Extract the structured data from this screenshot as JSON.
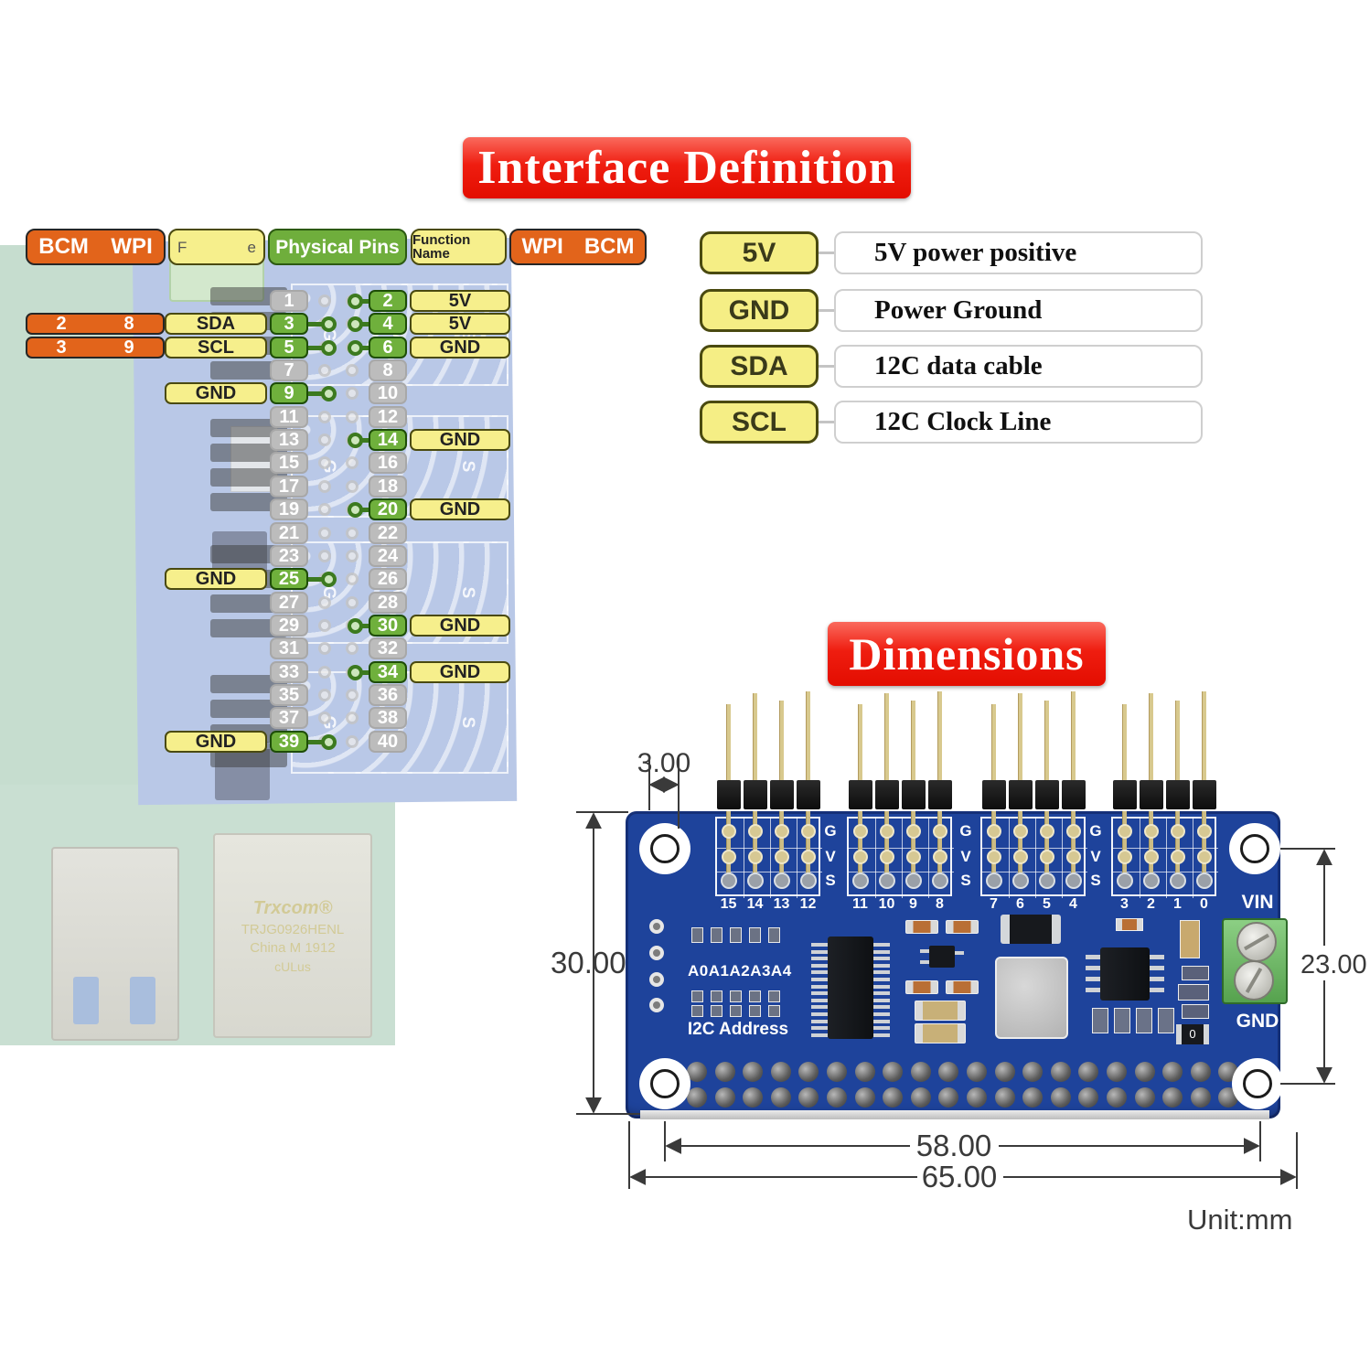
{
  "interface": {
    "title": "Interface Definition",
    "header": {
      "bcm_a": "BCM",
      "bcm_b": "WPI",
      "faded_a": "F",
      "faded_b": "e",
      "center": "Physical Pins",
      "function_name": "Function Name",
      "wpi_a": "WPI",
      "wpi_b": "BCM"
    },
    "rows": [
      {
        "lp": "1",
        "ls": "gray",
        "lf": "",
        "bcm": "",
        "wpi": "",
        "rp": "2",
        "rs": "green",
        "rf": "5V"
      },
      {
        "lp": "3",
        "ls": "green",
        "lf": "SDA",
        "bcm": "2",
        "wpi": "8",
        "rp": "4",
        "rs": "green",
        "rf": "5V"
      },
      {
        "lp": "5",
        "ls": "green",
        "lf": "SCL",
        "bcm": "3",
        "wpi": "9",
        "rp": "6",
        "rs": "green",
        "rf": "GND"
      },
      {
        "lp": "7",
        "ls": "gray",
        "lf": "",
        "bcm": "",
        "wpi": "",
        "rp": "8",
        "rs": "gray",
        "rf": ""
      },
      {
        "lp": "9",
        "ls": "green",
        "lf": "GND",
        "bcm": "",
        "wpi": "",
        "rp": "10",
        "rs": "gray",
        "rf": ""
      },
      {
        "lp": "11",
        "ls": "gray",
        "lf": "",
        "bcm": "",
        "wpi": "",
        "rp": "12",
        "rs": "gray",
        "rf": ""
      },
      {
        "lp": "13",
        "ls": "gray",
        "lf": "",
        "bcm": "",
        "wpi": "",
        "rp": "14",
        "rs": "green",
        "rf": "GND"
      },
      {
        "lp": "15",
        "ls": "gray",
        "lf": "",
        "bcm": "",
        "wpi": "",
        "rp": "16",
        "rs": "gray",
        "rf": ""
      },
      {
        "lp": "17",
        "ls": "gray",
        "lf": "",
        "bcm": "",
        "wpi": "",
        "rp": "18",
        "rs": "gray",
        "rf": ""
      },
      {
        "lp": "19",
        "ls": "gray",
        "lf": "",
        "bcm": "",
        "wpi": "",
        "rp": "20",
        "rs": "green",
        "rf": "GND"
      },
      {
        "lp": "21",
        "ls": "gray",
        "lf": "",
        "bcm": "",
        "wpi": "",
        "rp": "22",
        "rs": "gray",
        "rf": ""
      },
      {
        "lp": "23",
        "ls": "gray",
        "lf": "",
        "bcm": "",
        "wpi": "",
        "rp": "24",
        "rs": "gray",
        "rf": ""
      },
      {
        "lp": "25",
        "ls": "green",
        "lf": "GND",
        "bcm": "",
        "wpi": "",
        "rp": "26",
        "rs": "gray",
        "rf": ""
      },
      {
        "lp": "27",
        "ls": "gray",
        "lf": "",
        "bcm": "",
        "wpi": "",
        "rp": "28",
        "rs": "gray",
        "rf": ""
      },
      {
        "lp": "29",
        "ls": "gray",
        "lf": "",
        "bcm": "",
        "wpi": "",
        "rp": "30",
        "rs": "green",
        "rf": "GND"
      },
      {
        "lp": "31",
        "ls": "gray",
        "lf": "",
        "bcm": "",
        "wpi": "",
        "rp": "32",
        "rs": "gray",
        "rf": ""
      },
      {
        "lp": "33",
        "ls": "gray",
        "lf": "",
        "bcm": "",
        "wpi": "",
        "rp": "34",
        "rs": "green",
        "rf": "GND"
      },
      {
        "lp": "35",
        "ls": "gray",
        "lf": "",
        "bcm": "",
        "wpi": "",
        "rp": "36",
        "rs": "gray",
        "rf": ""
      },
      {
        "lp": "37",
        "ls": "gray",
        "lf": "",
        "bcm": "",
        "wpi": "",
        "rp": "38",
        "rs": "gray",
        "rf": ""
      },
      {
        "lp": "39",
        "ls": "green",
        "lf": "GND",
        "bcm": "",
        "wpi": "",
        "rp": "40",
        "rs": "gray",
        "rf": ""
      }
    ],
    "legend": [
      {
        "badge": "5V",
        "desc": "5V power positive"
      },
      {
        "badge": "GND",
        "desc": "Power Ground"
      },
      {
        "badge": "SDA",
        "desc": "12C data cable"
      },
      {
        "badge": "SCL",
        "desc": "12C Clock Line"
      }
    ]
  },
  "dimensions": {
    "title": "Dimensions",
    "board": {
      "groups": [
        {
          "pins": [
            "15",
            "14",
            "13",
            "12"
          ]
        },
        {
          "pins": [
            "11",
            "10",
            "9",
            "8"
          ]
        },
        {
          "pins": [
            "7",
            "6",
            "5",
            "4"
          ]
        },
        {
          "pins": [
            "3",
            "2",
            "1",
            "0"
          ]
        }
      ],
      "row_labels": [
        "G",
        "V",
        "S"
      ],
      "silk": {
        "vin": "VIN",
        "gnd": "GND",
        "addr_pins": "A0A1A2A3A4",
        "addr_label": "I2C Address",
        "marking_zero": "0"
      }
    },
    "dims": {
      "pitch": "3.00",
      "height": "30.00",
      "right_height": "23.00",
      "hole_span": "58.00",
      "width": "65.00",
      "unit": "Unit:mm"
    }
  },
  "background": {
    "ethernet_lines": [
      "Trxcom®",
      "TRJG0926HENL",
      "China M 1912",
      "cULus"
    ]
  },
  "colors": {
    "accent_red": "#e80d00",
    "orange": "#e2641b",
    "yellow": "#f6ef8c",
    "green": "#6fb03c",
    "gray": "#bcbcbc",
    "pcb_blue": "#1e439b",
    "terminal_green": "#6cbb63",
    "gold_pin": "#d3c48c"
  }
}
